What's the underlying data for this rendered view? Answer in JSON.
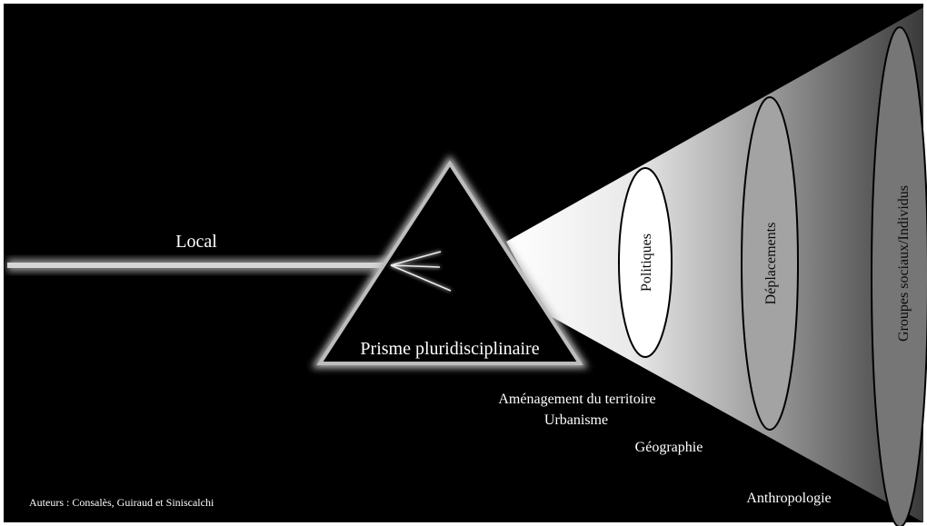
{
  "diagram": {
    "incoming_beam_label": "Local",
    "prism_label": "Prisme pluridisciplinaire",
    "ellipses": [
      {
        "label": "Politiques"
      },
      {
        "label": "Déplacements"
      },
      {
        "label": "Groupes sociaux/Individus"
      }
    ],
    "disciplines": [
      {
        "label": "Aménagement du territoire"
      },
      {
        "label": "Urbanisme"
      },
      {
        "label": "Géographie"
      },
      {
        "label": "Anthropologie"
      }
    ],
    "credits": "Auteurs : Consalès,  Guiraud et Siniscalchi"
  }
}
